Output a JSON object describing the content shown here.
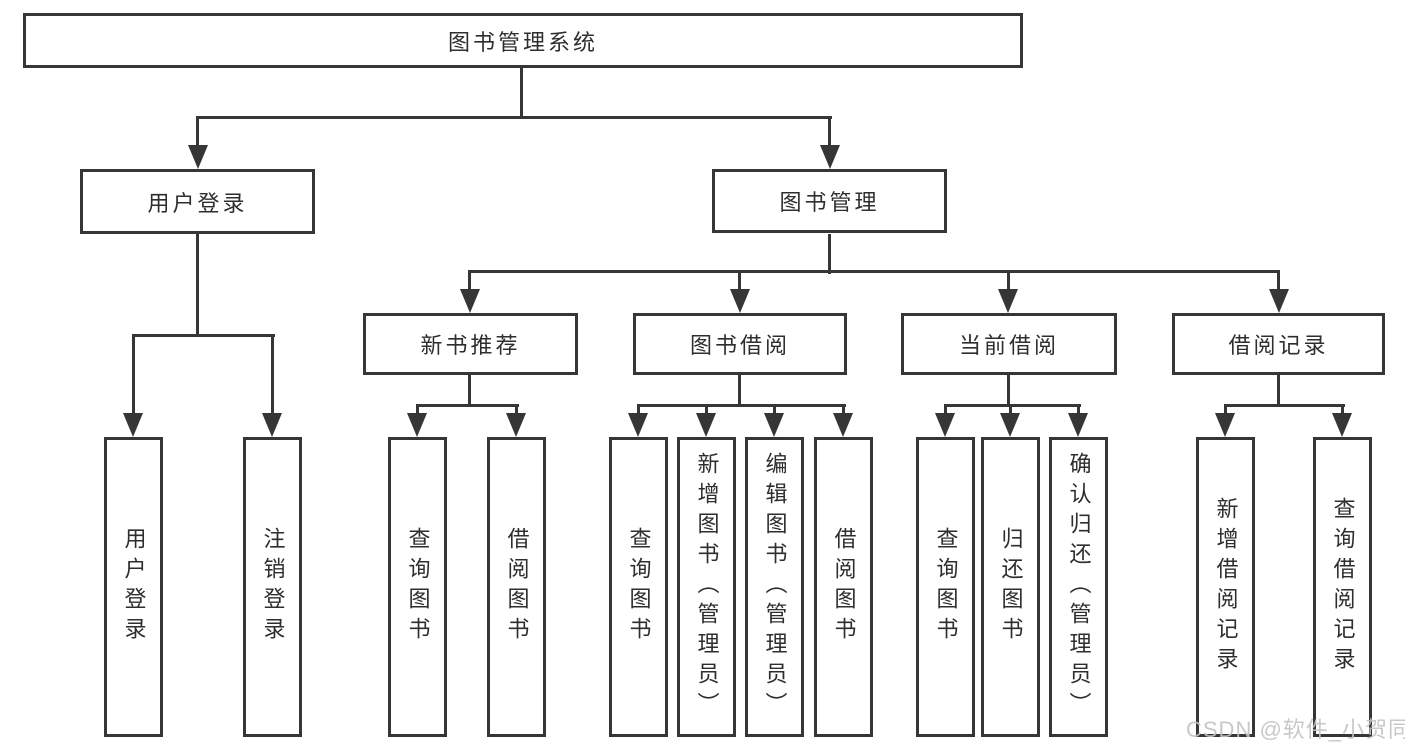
{
  "tree": {
    "root": "图书管理系统",
    "level2": {
      "user_login": {
        "label": "用户登录",
        "children": [
          "用户登录",
          "注销登录"
        ]
      },
      "book_management": {
        "label": "图书管理"
      }
    },
    "level3": [
      {
        "label": "新书推荐",
        "children": [
          "查询图书",
          "借阅图书"
        ]
      },
      {
        "label": "图书借阅",
        "children": [
          "查询图书",
          "新增图书（管理员）",
          "编辑图书（管理员）",
          "借阅图书"
        ]
      },
      {
        "label": "当前借阅",
        "children": [
          "查询图书",
          "归还图书",
          "确认归还（管理员）"
        ]
      },
      {
        "label": "借阅记录",
        "children": [
          "新增借阅记录",
          "查询借阅记录"
        ]
      }
    ]
  },
  "watermark": "CSDN @软件_小贺同学",
  "colors": {
    "line": "#363636",
    "text": "#2e2e2e",
    "watermark": "#c3c3c3",
    "background": "#ffffff"
  }
}
